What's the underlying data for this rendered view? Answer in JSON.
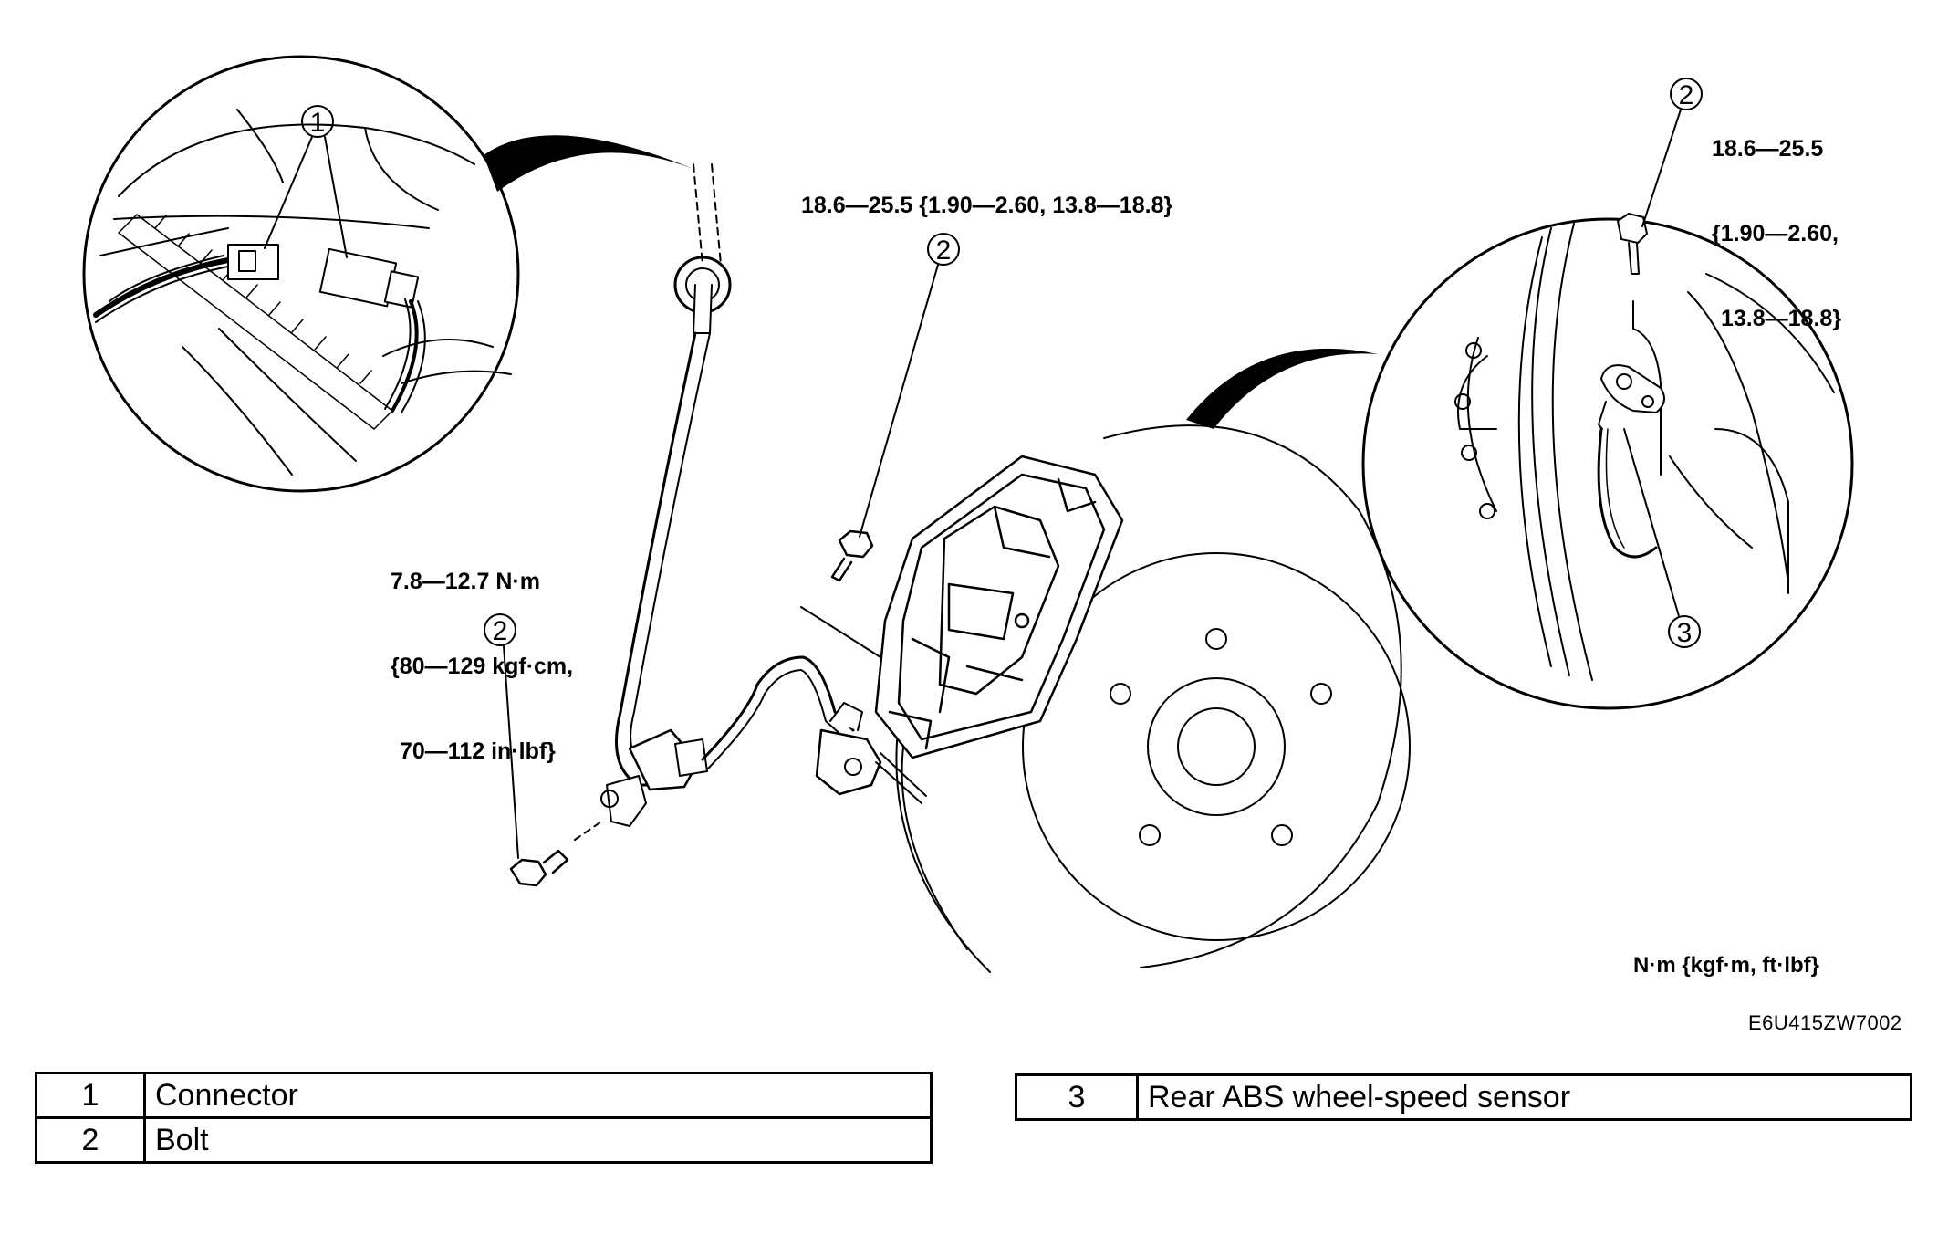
{
  "torque": {
    "left_bolt": [
      "7.8—12.7 N·m",
      "{80—129 kgf·cm,",
      "70—112 in·lbf}"
    ],
    "center_bolt": "18.6—25.5 {1.90—2.60, 13.8—18.8}",
    "inset_bolt": [
      "18.6—25.5",
      "{1.90—2.60,",
      "13.8—18.8}"
    ]
  },
  "callouts": {
    "connector": "1",
    "bolt": "2",
    "sensor": "3"
  },
  "unit_note": "N·m {kgf·m, ft·lbf}",
  "figure_code": "E6U415ZW7002",
  "legend_left": [
    {
      "num": "1",
      "label": "Connector"
    },
    {
      "num": "2",
      "label": "Bolt"
    }
  ],
  "legend_right": [
    {
      "num": "3",
      "label": "Rear ABS wheel-speed sensor"
    }
  ]
}
